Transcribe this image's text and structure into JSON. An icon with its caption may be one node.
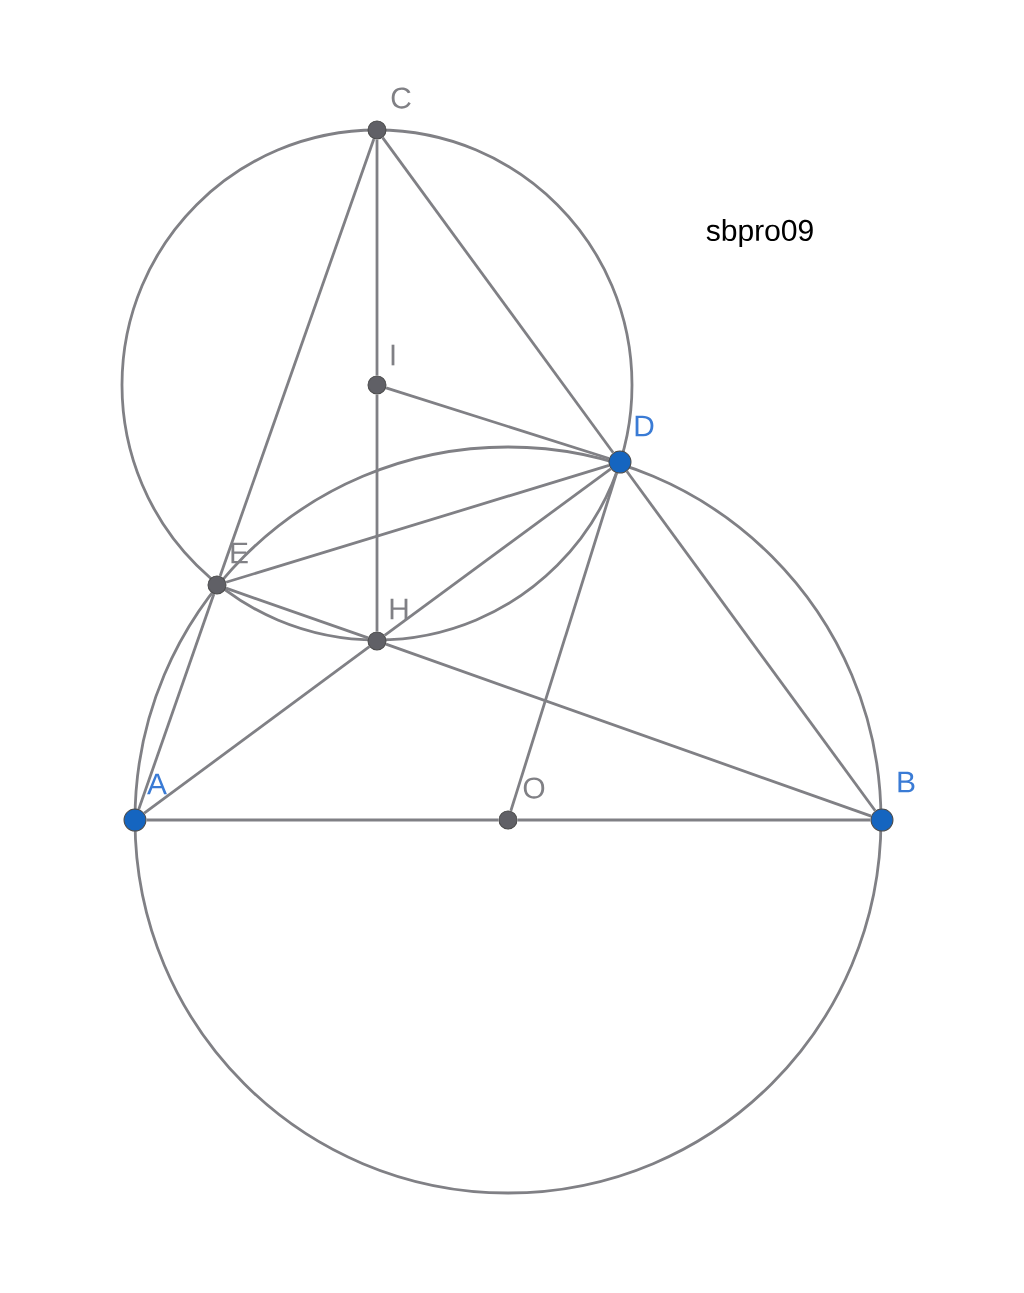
{
  "diagram": {
    "nodes": [
      {
        "text": [],
        "shape": "circle",
        "beside": [
          "C"
        ]
      },
      {
        "text": [],
        "shape": "circle",
        "beside": [
          "I"
        ]
      },
      {
        "text": [],
        "shape": "circle",
        "beside": [
          "D"
        ]
      },
      {
        "text": [],
        "shape": "circle",
        "beside": [
          "E"
        ]
      },
      {
        "text": [],
        "shape": "circle",
        "beside": [
          "H"
        ]
      },
      {
        "text": [],
        "shape": "circle",
        "beside": [
          "A"
        ]
      },
      {
        "text": [],
        "shape": "circle",
        "beside": [
          "O"
        ]
      },
      {
        "text": [],
        "shape": "circle",
        "beside": [
          "B"
        ]
      }
    ],
    "edges": [
      {
        "from": 0,
        "to": 3,
        "arrow": "none"
      },
      {
        "from": 0,
        "to": 1,
        "arrow": "none"
      },
      {
        "from": 1,
        "to": 4,
        "arrow": "none"
      },
      {
        "from": 0,
        "to": 2,
        "arrow": "none"
      },
      {
        "from": 1,
        "to": 2,
        "arrow": "none"
      },
      {
        "from": 3,
        "to": 2,
        "arrow": "none"
      },
      {
        "from": 4,
        "to": 2,
        "arrow": "none"
      },
      {
        "from": 6,
        "to": 2,
        "arrow": "none"
      },
      {
        "from": 2,
        "to": 7,
        "arrow": "none"
      },
      {
        "from": 3,
        "to": 4,
        "arrow": "none"
      },
      {
        "from": 4,
        "to": 7,
        "arrow": "none"
      },
      {
        "from": 3,
        "to": 5,
        "arrow": "none"
      },
      {
        "from": 5,
        "to": 4,
        "arrow": "none"
      },
      {
        "from": 5,
        "to": 6,
        "arrow": "none"
      },
      {
        "from": 6,
        "to": 7,
        "arrow": "none"
      }
    ],
    "labels": [
      "sbpro09"
    ]
  }
}
